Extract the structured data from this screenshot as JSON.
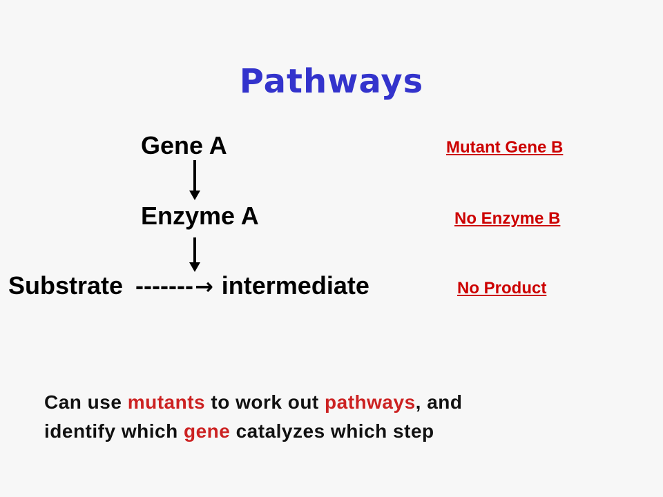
{
  "title": "Pathways",
  "pathway": {
    "gene_a": "Gene A",
    "enzyme_a": "Enzyme A",
    "substrate": "Substrate",
    "dashes": "-------",
    "arrow_glyph": "→",
    "intermediate": "intermediate"
  },
  "mutant_side": {
    "mutant_gene_b": "Mutant Gene B",
    "no_enzyme_b": "No Enzyme B",
    "no_product": "No Product"
  },
  "footnote": {
    "t1": "Can use ",
    "k1": "mutants",
    "t2": " to work out ",
    "k2": "pathways",
    "t3": ", and",
    "t4": "identify which ",
    "k3": "gene",
    "t5": " catalyzes which step"
  },
  "colors": {
    "title": "#3333cc",
    "mutant": "#cc0000",
    "highlight": "#cc2222",
    "text": "#000000",
    "background": "#f7f7f7"
  }
}
